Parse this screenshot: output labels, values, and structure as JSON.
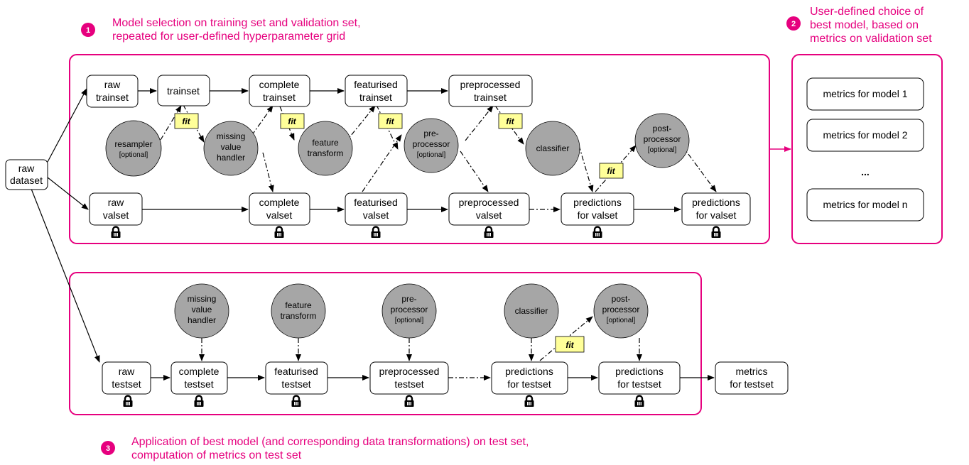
{
  "colors": {
    "accent": "#e6007e",
    "circle_fill": "#a6a6a6",
    "fit_fill": "#ffff99"
  },
  "steps": {
    "step1": {
      "badge": "1",
      "line1": "Model selection on training set and validation set,",
      "line2": "repeated for user-defined hyperparameter grid"
    },
    "step2": {
      "badge": "2",
      "line1": "User-defined choice of",
      "line2": "best model, based on",
      "line3": "metrics on validation set"
    },
    "step3": {
      "badge": "3",
      "line1": "Application of best model (and corresponding data transformations) on test set,",
      "line2": "computation of metrics on test set"
    }
  },
  "nodes": {
    "raw_dataset": [
      "raw",
      "dataset"
    ],
    "raw_trainset": [
      "raw",
      "trainset"
    ],
    "trainset": [
      "trainset"
    ],
    "complete_trainset": [
      "complete",
      "trainset"
    ],
    "featurised_trainset": [
      "featurised",
      "trainset"
    ],
    "preprocessed_trainset": [
      "preprocessed",
      "trainset"
    ],
    "raw_valset": [
      "raw",
      "valset"
    ],
    "complete_valset": [
      "complete",
      "valset"
    ],
    "featurised_valset": [
      "featurised",
      "valset"
    ],
    "preprocessed_valset": [
      "preprocessed",
      "valset"
    ],
    "predictions_valset_1": [
      "predictions",
      "for valset"
    ],
    "predictions_valset_2": [
      "predictions",
      "for valset"
    ],
    "raw_testset": [
      "raw",
      "testset"
    ],
    "complete_testset": [
      "complete",
      "testset"
    ],
    "featurised_testset": [
      "featurised",
      "testset"
    ],
    "preprocessed_testset": [
      "preprocessed",
      "testset"
    ],
    "predictions_testset_1": [
      "predictions",
      "for testset"
    ],
    "predictions_testset_2": [
      "predictions",
      "for testset"
    ],
    "metrics_testset": [
      "metrics",
      "for testset"
    ]
  },
  "operators": {
    "resampler": [
      "resampler",
      "[optional]"
    ],
    "missing_value_handler_top": [
      "missing",
      "value",
      "handler"
    ],
    "feature_transform_top": [
      "feature",
      "transform"
    ],
    "preprocessor_top": [
      "pre-",
      "processor",
      "[optional]"
    ],
    "classifier_top": [
      "classifier"
    ],
    "postprocessor_top": [
      "post-",
      "processor",
      "[optional]"
    ],
    "missing_value_handler_bottom": [
      "missing",
      "value",
      "handler"
    ],
    "feature_transform_bottom": [
      "feature",
      "transform"
    ],
    "preprocessor_bottom": [
      "pre-",
      "processor",
      "[optional]"
    ],
    "classifier_bottom": [
      "classifier"
    ],
    "postprocessor_bottom": [
      "post-",
      "processor",
      "[optional]"
    ]
  },
  "fit_label": "fit",
  "metrics_models": [
    "metrics for model 1",
    "metrics for model 2",
    "...",
    "metrics for model n"
  ]
}
